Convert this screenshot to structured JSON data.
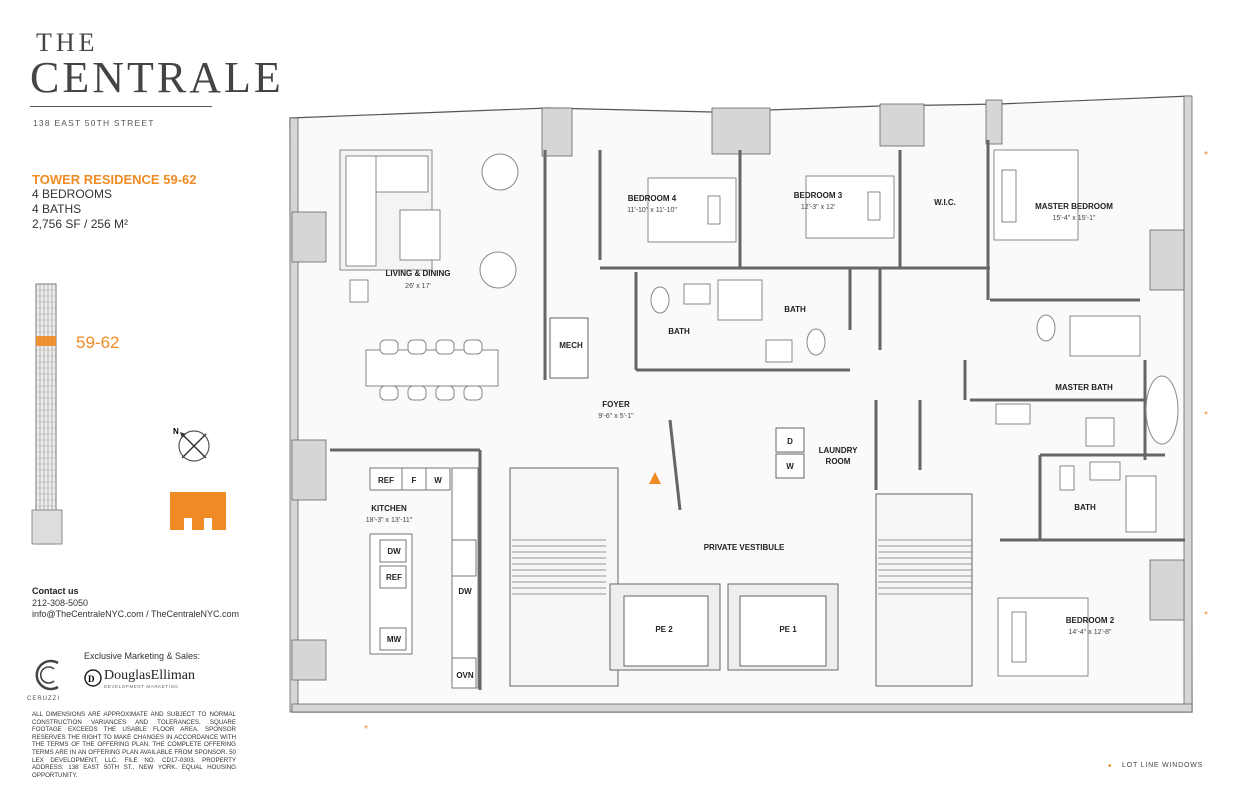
{
  "brand": {
    "line1": "THE",
    "line2": "CENTRALE",
    "address": "138 EAST 50TH STREET"
  },
  "residence": {
    "title": "TOWER RESIDENCE 59-62",
    "bedrooms": "4 BEDROOMS",
    "baths": "4 BATHS",
    "area": "2,756 SF / 256 M²"
  },
  "tower_label": "59-62",
  "compass_label": "N",
  "contact": {
    "title": "Contact us",
    "phone": "212-308-5050",
    "links": "info@TheCentraleNYC.com / TheCentraleNYC.com"
  },
  "marketing": {
    "label": "Exclusive Marketing & Sales:",
    "developer_logo_text": "CERUZZI",
    "broker_name": "DouglasElliman",
    "broker_sub": "DEVELOPMENT MARKETING"
  },
  "disclaimer": "All dimensions are approximate and subject to normal construction variances and tolerances. Square footage exceeds the usable floor area. Sponsor reserves the right to make changes in accordance with the terms of the offering plan. The complete offering terms are in an offering plan available from sponsor. 50 Lex Development, LLC. File No. CD17-0303. Property address: 138 East 50th St., New York. Equal housing opportunity.",
  "legend": {
    "marker": "•",
    "text": "LOT LINE WINDOWS"
  },
  "rooms": {
    "living": {
      "name": "LIVING & DINING",
      "dim": "26' x 17'"
    },
    "bed4": {
      "name": "BEDROOM 4",
      "dim": "11'-10\" x 11'-10\""
    },
    "bed3": {
      "name": "BEDROOM 3",
      "dim": "12'-3\" x 12'"
    },
    "wic": {
      "name": "W.I.C."
    },
    "master": {
      "name": "MASTER BEDROOM",
      "dim": "15'-4\" x 15'-1\""
    },
    "bath_a": {
      "name": "BATH"
    },
    "bath_b": {
      "name": "BATH"
    },
    "mech": {
      "name": "MECH"
    },
    "foyer": {
      "name": "FOYER",
      "dim": "9'-6\" x 5'-1\""
    },
    "laundry": {
      "name": "LAUNDRY ROOM",
      "line1": "LAUNDRY",
      "line2": "ROOM"
    },
    "master_bath": {
      "name": "MASTER BATH"
    },
    "bath_c": {
      "name": "BATH"
    },
    "kitchen": {
      "name": "KITCHEN",
      "dim": "18'-3\" x 13'-11\""
    },
    "vestibule": {
      "name": "PRIVATE VESTIBULE"
    },
    "pe2": {
      "name": "PE 2"
    },
    "pe1": {
      "name": "PE 1"
    },
    "bed2": {
      "name": "BEDROOM 2",
      "dim": "14'-4\" x 12'-8\""
    }
  },
  "appliances": {
    "ref": "REF",
    "f": "F",
    "w": "W",
    "dw": "DW",
    "ref2": "REF",
    "mw": "MW",
    "dw2": "DW",
    "ovn": "OVN",
    "dryer": "D",
    "washer": "W"
  },
  "colors": {
    "accent": "#f08a24",
    "wall": "#cfcfcf",
    "wall_stroke": "#555555",
    "line": "#9a9a9a"
  }
}
